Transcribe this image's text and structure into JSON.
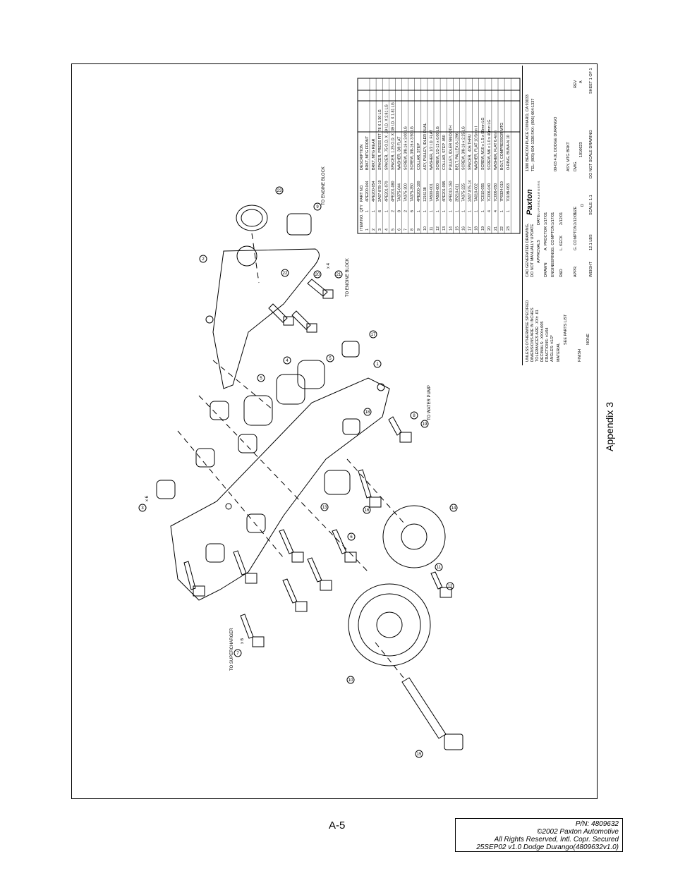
{
  "callouts": {
    "c1": "1",
    "c2": "2",
    "c3": "3",
    "c4": "4",
    "c5": "5",
    "c6": "6",
    "c7": "7",
    "c8": "8",
    "c9": "9",
    "c10": "10",
    "c11": "11",
    "c12": "12",
    "c13": "13",
    "c14": "14",
    "c15": "15",
    "c16": "16",
    "c17": "17",
    "c18": "18",
    "c19": "19",
    "c20": "20",
    "c21": "21",
    "c22": "22",
    "c23": "23",
    "times6a": "x 6",
    "times6b": "x 6",
    "times4": "x 4"
  },
  "annotations": {
    "to_engine_block_1": "TO ENGINE BLOCK",
    "to_engine_block_2": "TO ENGINE BLOCK",
    "to_water_pump": "TO WATER PUMP",
    "to_supercharger": "TO SUPERCHARGER"
  },
  "parts_list": {
    "headers": [
      "ITEM NO.",
      "QTY",
      "PART NO.",
      "DESCRIPTION"
    ],
    "rows": [
      [
        "1",
        "1",
        "4PE200-044",
        "BRKT, MTG FRONT"
      ],
      [
        "2",
        "1",
        "4PE200-054",
        "BRKT, MTG REAR"
      ],
      [
        "3",
        "6",
        "2A07-878-10",
        "SPACER, PRESS FIT .78 X 1.50 LG"
      ],
      [
        "4",
        "1",
        "4PE201-070",
        "SPACER, .75 O.D. X .39 I.D. X 2.81 LG"
      ],
      [
        "5",
        "2",
        "4PE201-080",
        "SPACER, 1.25 O.D. X .39 I.D. X 1.81 LG"
      ],
      [
        "6",
        "8",
        "7A375-044",
        "WASHER, 3/8 FLAT"
      ],
      [
        "7",
        "2",
        "7A375-300",
        "SCREW, 3/8-16 x 3.00 LG"
      ],
      [
        "8",
        "6",
        "7A375-350",
        "SCREW, 3/8-16 x 3.50 LG"
      ],
      [
        "9",
        "1",
        "4PE200-100",
        "COLLAR, STEP"
      ],
      [
        "10",
        "1",
        "1216138",
        "ASY, PULLEY, IDLER DUAL"
      ],
      [
        "11",
        "1",
        "7A500-001",
        "WASHER, 1/2 I.D. FLAT"
      ],
      [
        "12",
        "1",
        "7A500-600",
        "SCREW, 1/2-13 x 6.00 LG"
      ],
      [
        "13",
        "1",
        "4PE201-095",
        "COLLAR, STEP .950"
      ],
      [
        "14",
        "1",
        "4PE010-150",
        "PULLEY, IDLER SMOOTH"
      ],
      [
        "15",
        "1",
        "2B210-011",
        "BELT, PALLEX 8-1296"
      ],
      [
        "16",
        "1",
        "7A375-225",
        "SCREW, 3/8-16 x 2.25 LG"
      ],
      [
        "17",
        "1",
        "2A07-875-14",
        "SPACER, .406 THRU"
      ],
      [
        "18",
        "1",
        "7A010-002",
        "WASHER, FLAT 10.5mm I"
      ],
      [
        "19",
        "1",
        "7C010-055",
        "SCREW, M10 x 1.5 x 90mm LG"
      ],
      [
        "20",
        "4",
        "7C006-040",
        "SCREW, M6 x 1.0 x 40mm LG"
      ],
      [
        "21",
        "4",
        "7C006-050",
        "WASHER, FLAT 6.4mm"
      ],
      [
        "22",
        "1",
        "7P0324-010",
        "BOLT, COMPRESSOR MTG"
      ],
      [
        "23",
        "1",
        "7010B-063",
        "O-RING, BUNA-N 10"
      ]
    ]
  },
  "title_block": {
    "tolerance_lines": [
      "UNLESS OTHERWISE SPECIFIED",
      "DIMENSIONS ARE IN INCHES",
      "TOLERANCES ARE: .XX±   .01",
      "DECIMALS:   .XXX±.005",
      "FRACTIONS:     ±1/64",
      "ANGLES:      ±1/2°"
    ],
    "material_label": "MATERIAL",
    "material_value": "SEE PARTS LIST",
    "finish_label": "FINISH",
    "finish_value": "NONE",
    "cad_note_1": "CAD GENERATED DRAWING,",
    "cad_note_2": "DO NOT MANUALLY UPDATE",
    "approvals": "APPROVALS",
    "date": "DATE",
    "drawn_label": "DRAWN",
    "drawn_by": "A. PROCTOR",
    "drawn_date": "1/17/01",
    "engineering_label": "ENGINEERING",
    "engineering_by": "G. COMPTON",
    "engineering_date": "1/17/01",
    "rd_label": "R&D",
    "rd_by": "L. KECK",
    "rd_date": "2/12/01",
    "appr_label": "APPR.",
    "appr_by": "G. COMPTON",
    "appr_date": "2/12/01",
    "weight_label": "WEIGHT",
    "weight_value": "12.1 LBS",
    "company_logo": "Paxton",
    "company_tagline": "SUPERCHARGERS",
    "address": "1300 BEACON PLACE  OXNARD, CA 93033",
    "phone": "TEL: (805) 604-1336   FAX: (805) 604-1337",
    "project": "00-03 4.0L DODGE DURANGO",
    "title": "ASY, MTG BRKT",
    "size_label": "SIZE",
    "size_value": "D",
    "dwg_label": "DWG.",
    "dwg_no": "1016623",
    "rev_label": "REV",
    "rev_value": "A",
    "scale": "SCALE:  1:1",
    "do_not_scale": "DO NOT SCALE DRAWING",
    "sheet": "SHEET 1 OF 1"
  },
  "appendix": "Appendix 3",
  "page_number": "A-5",
  "footer": [
    "P/N: 4809632",
    "©2002 Paxton Automotive",
    "All Rights Reserved, Intl. Copr. Secured",
    "25SEP02 v1.0 Dodge Durango(4809632v1.0)"
  ]
}
